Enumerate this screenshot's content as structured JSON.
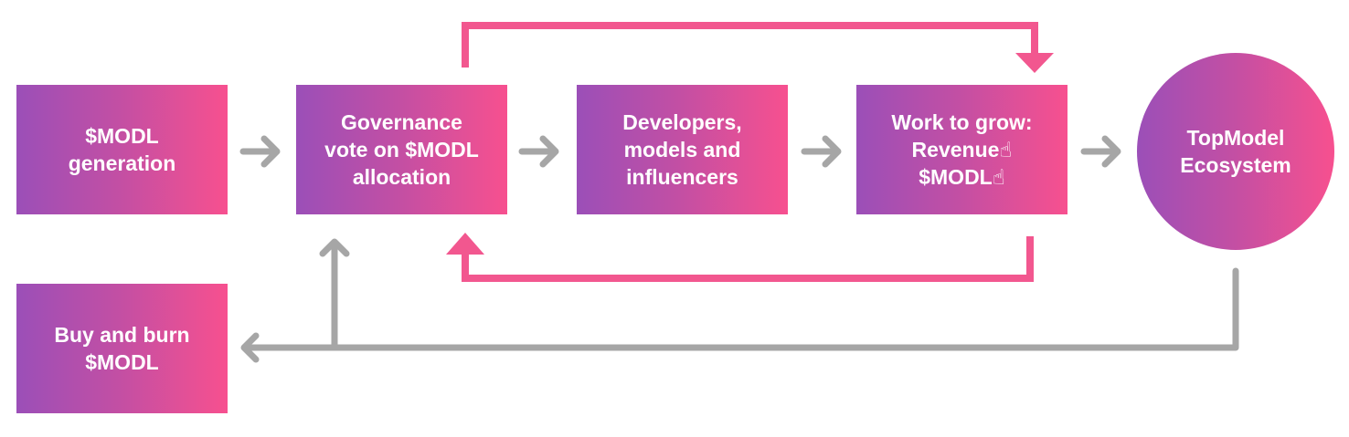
{
  "nodes": {
    "generation": "$MODL\ngeneration",
    "governance": "Governance\nvote on $MODL\nallocation",
    "developers": "Developers,\nmodels and\ninfluencers",
    "work": "Work to grow:\nRevenue☝\n$MODL☝",
    "ecosystem": "TopModel\nEcosystem",
    "buyburn": "Buy and burn\n$MODL"
  },
  "colors": {
    "gradient_start": "#9b4fb8",
    "gradient_end": "#f7508f",
    "arrow_gray": "#a6a6a6",
    "arrow_pink": "#f2578f"
  }
}
